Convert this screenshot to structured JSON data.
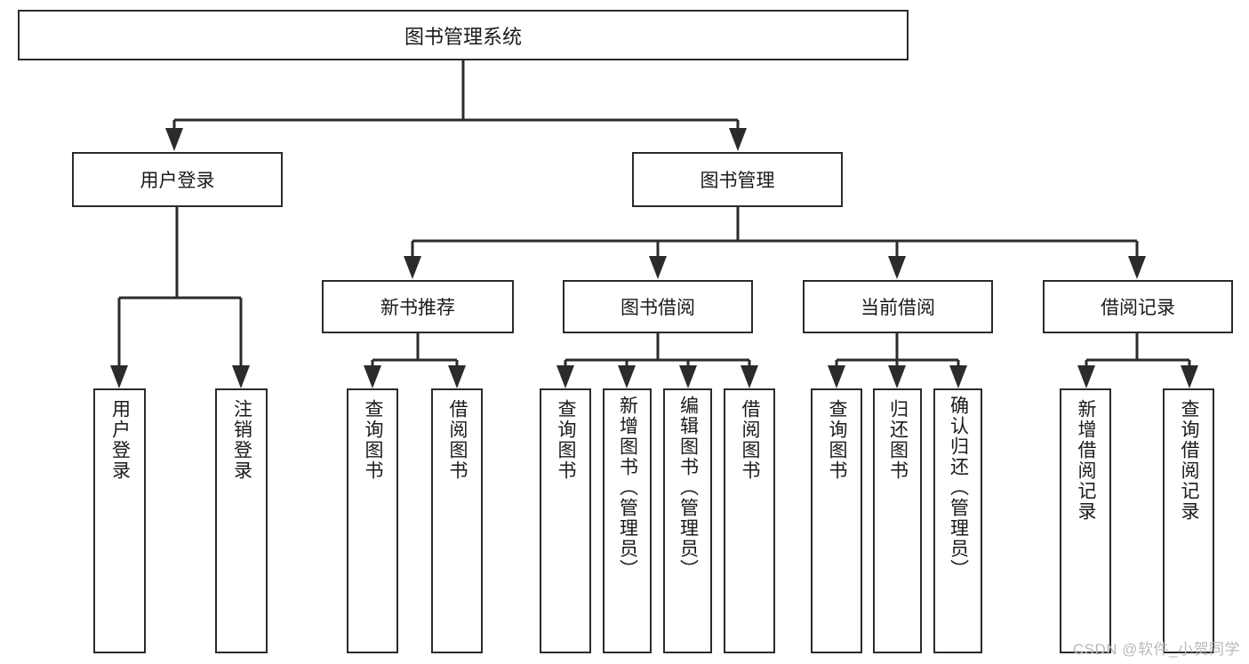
{
  "diagram": {
    "type": "tree-hierarchy",
    "title": "图书管理系统",
    "root": {
      "id": "root",
      "label": "图书管理系统"
    },
    "level2": [
      {
        "id": "user-login",
        "label": "用户登录"
      },
      {
        "id": "book-management",
        "label": "图书管理"
      }
    ],
    "level3": [
      {
        "id": "new-book-recommend",
        "label": "新书推荐",
        "parent": "book-management"
      },
      {
        "id": "book-borrow",
        "label": "图书借阅",
        "parent": "book-management"
      },
      {
        "id": "current-borrow",
        "label": "当前借阅",
        "parent": "book-management"
      },
      {
        "id": "borrow-record",
        "label": "借阅记录",
        "parent": "book-management"
      }
    ],
    "leaves": [
      {
        "id": "leaf-user-login",
        "label": "用户登录",
        "parent": "user-login"
      },
      {
        "id": "leaf-logout-login",
        "label": "注销登录",
        "parent": "user-login"
      },
      {
        "id": "leaf-query-book-1",
        "label": "查询图书",
        "parent": "new-book-recommend"
      },
      {
        "id": "leaf-borrow-book-1",
        "label": "借阅图书",
        "parent": "new-book-recommend"
      },
      {
        "id": "leaf-query-book-2",
        "label": "查询图书",
        "parent": "book-borrow"
      },
      {
        "id": "leaf-add-book",
        "label": "新增图书（管理员）",
        "parent": "book-borrow"
      },
      {
        "id": "leaf-edit-book",
        "label": "编辑图书（管理员）",
        "parent": "book-borrow"
      },
      {
        "id": "leaf-borrow-book-2",
        "label": "借阅图书",
        "parent": "book-borrow"
      },
      {
        "id": "leaf-query-book-3",
        "label": "查询图书",
        "parent": "current-borrow"
      },
      {
        "id": "leaf-return-book",
        "label": "归还图书",
        "parent": "current-borrow"
      },
      {
        "id": "leaf-confirm-return",
        "label": "确认归还（管理员）",
        "parent": "current-borrow"
      },
      {
        "id": "leaf-add-record",
        "label": "新增借阅记录",
        "parent": "borrow-record"
      },
      {
        "id": "leaf-query-record",
        "label": "查询借阅记录",
        "parent": "borrow-record"
      }
    ],
    "watermark": "CSDN @软件_小贺同学",
    "colors": {
      "stroke": "#2b2b2b",
      "background": "#ffffff",
      "text": "#1a1a1a",
      "watermark": "#b9b9b9"
    }
  }
}
